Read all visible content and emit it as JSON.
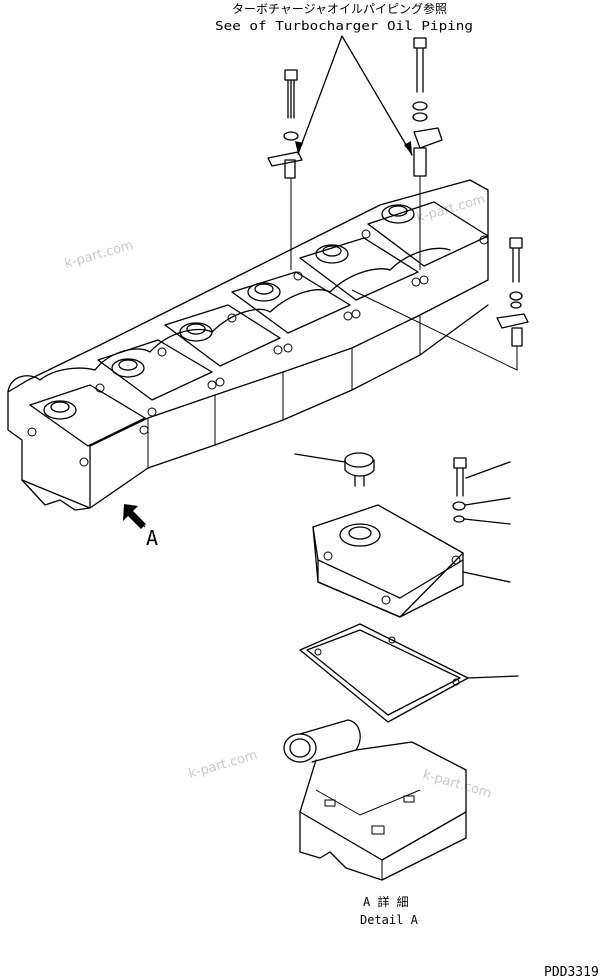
{
  "reference_note": {
    "japanese": "ターボチャージャオイルパイピング参照",
    "english": "See of Turbocharger Oil Piping"
  },
  "view_marker": "A",
  "detail_label": {
    "japanese": "A 詳 細",
    "english": "Detail A"
  },
  "drawing_number": "PDD3319",
  "watermarks": [
    "k-part.com",
    "k-part.com",
    "k-part.com",
    "k-part.com"
  ]
}
